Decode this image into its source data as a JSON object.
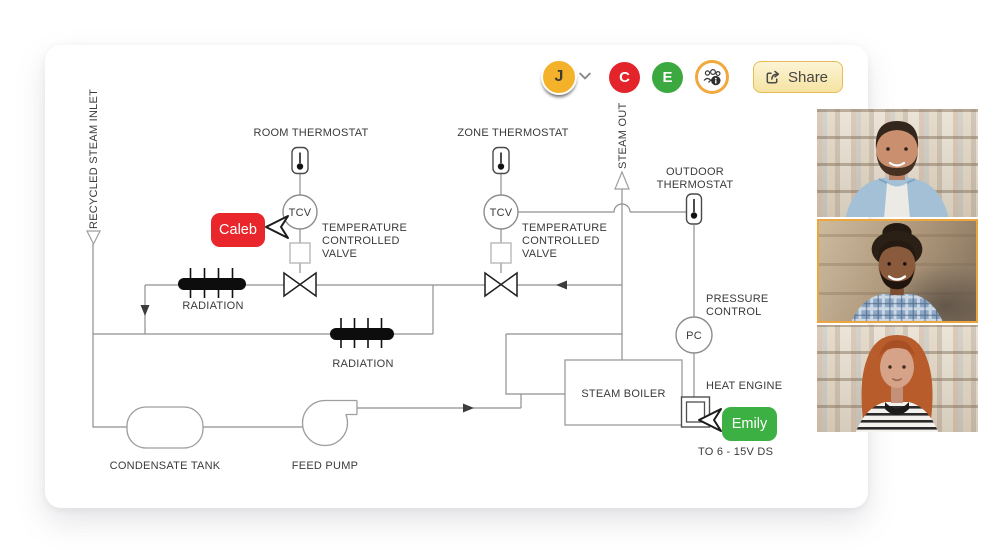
{
  "header": {
    "avatars": [
      {
        "initial": "J",
        "color": "#F3B229"
      },
      {
        "initial": "C",
        "color": "#E3242B"
      },
      {
        "initial": "E",
        "color": "#3BA93F"
      }
    ],
    "people_info_icon": "people-info",
    "share_button": {
      "label": "Share"
    }
  },
  "cursors": {
    "caleb": {
      "name": "Caleb",
      "color": "#E8262B"
    },
    "emily": {
      "name": "Emily",
      "color": "#3CB043"
    }
  },
  "diagram": {
    "pipe_color": "#8f8f8f",
    "labels": {
      "recycled_steam_inlet": "RECYCLED STEAM INLET",
      "room_thermostat": "ROOM THERMOSTAT",
      "zone_thermostat": "ZONE THERMOSTAT",
      "steam_out": "STEAM OUT",
      "outdoor_thermostat": [
        "OUTDOOR",
        "THERMOSTAT"
      ],
      "tcv": "TCV",
      "temperature_controlled_valve": [
        "TEMPERATURE",
        "CONTROLLED",
        "VALVE"
      ],
      "radiation": "RADIATION",
      "pressure_control": [
        "PRESSURE",
        "CONTROL"
      ],
      "pc": "PC",
      "steam_boiler": "STEAM BOILER",
      "heat_engine": "HEAT ENGINE",
      "heat_engine_note": "TO 6 - 15V DS",
      "condensate_tank": "CONDENSATE TANK",
      "feed_pump": "FEED PUMP"
    }
  },
  "video_call": {
    "participant_count": 3,
    "active_speaker_index": 1,
    "active_speaker_border": "#EBA640"
  }
}
